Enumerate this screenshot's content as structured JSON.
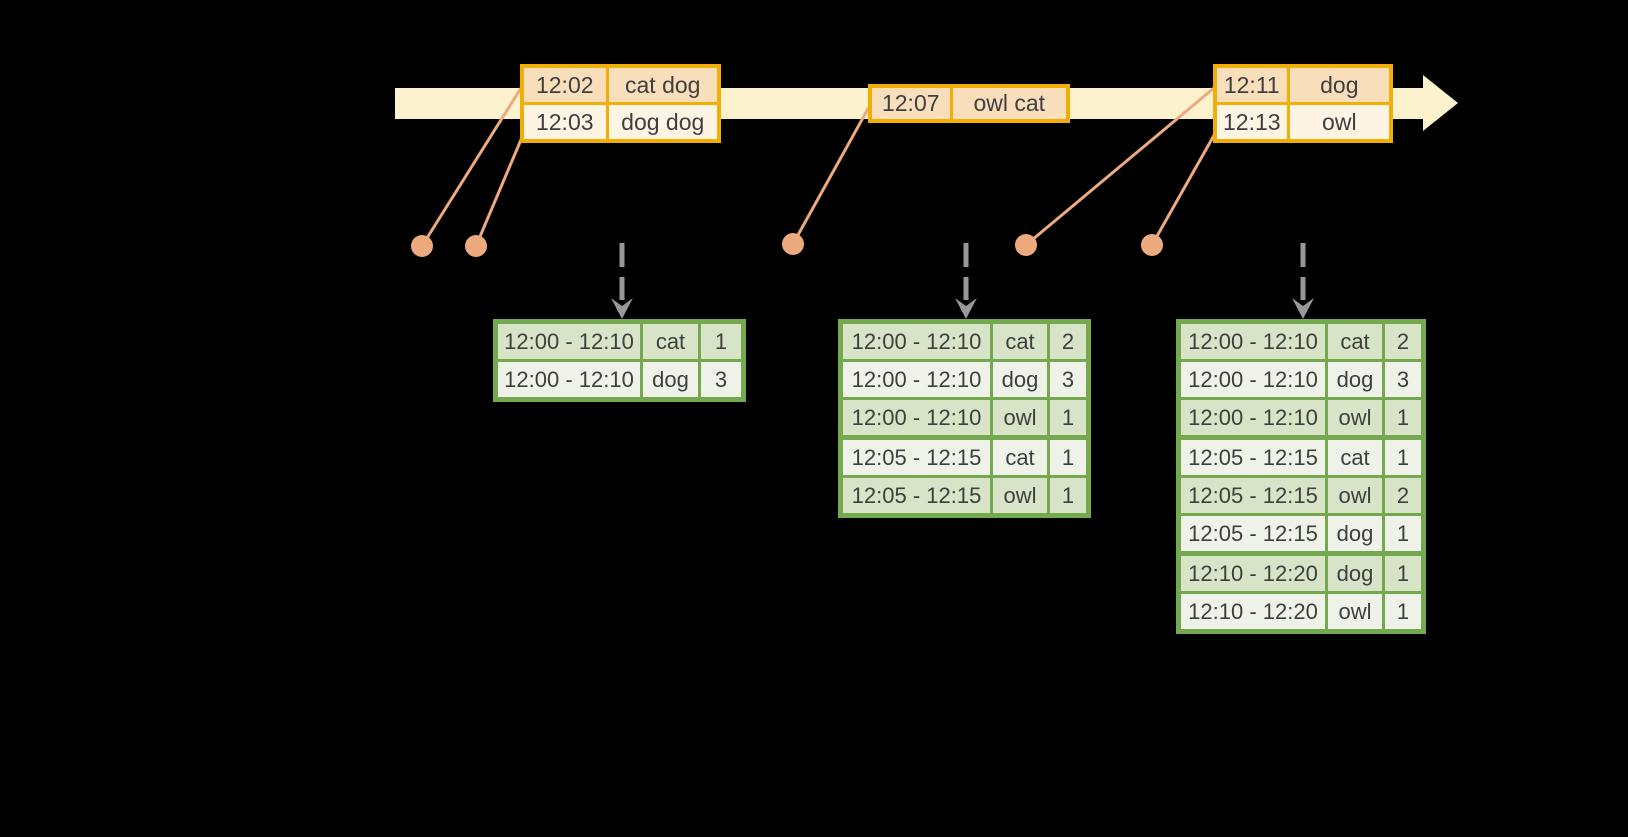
{
  "diagram_title": "windowed-grouped-aggregation-stream-diagram",
  "colors": {
    "background": "#000000",
    "timeline_band": "#fcf2ce",
    "event_table_border": "#f1ae05",
    "event_row_first": "#f9debc",
    "event_row_second": "#fdf4e4",
    "connector_salmon": "#ecaa7e",
    "trigger_arrow_gray": "#989898",
    "result_table_border": "#74a94f",
    "result_row_dark": "#d8e4c8",
    "result_row_light": "#eef2e8",
    "text": "#3f3f3f"
  },
  "glyphs": {
    "timeline": "right-arrow-band",
    "event_marker": "salmon-dot-with-leader-line",
    "trigger": "gray-dashed-down-arrow"
  },
  "timeline": {
    "event_tables": [
      {
        "rows": [
          {
            "time": "12:02",
            "words": "cat dog"
          },
          {
            "time": "12:03",
            "words": "dog dog"
          }
        ]
      },
      {
        "rows": [
          {
            "time": "12:07",
            "words": "owl cat"
          }
        ]
      },
      {
        "rows": [
          {
            "time": "12:11",
            "words": "dog"
          },
          {
            "time": "12:13",
            "words": "owl"
          }
        ]
      }
    ]
  },
  "result_tables": [
    {
      "rows": [
        {
          "window": "12:00 - 12:10",
          "word": "cat",
          "count": "1"
        },
        {
          "window": "12:00 - 12:10",
          "word": "dog",
          "count": "3"
        }
      ],
      "group_breaks": []
    },
    {
      "rows": [
        {
          "window": "12:00 - 12:10",
          "word": "cat",
          "count": "2"
        },
        {
          "window": "12:00 - 12:10",
          "word": "dog",
          "count": "3"
        },
        {
          "window": "12:00 - 12:10",
          "word": "owl",
          "count": "1"
        },
        {
          "window": "12:05 - 12:15",
          "word": "cat",
          "count": "1"
        },
        {
          "window": "12:05 - 12:15",
          "word": "owl",
          "count": "1"
        }
      ],
      "group_breaks": [
        3
      ]
    },
    {
      "rows": [
        {
          "window": "12:00 - 12:10",
          "word": "cat",
          "count": "2"
        },
        {
          "window": "12:00 - 12:10",
          "word": "dog",
          "count": "3"
        },
        {
          "window": "12:00 - 12:10",
          "word": "owl",
          "count": "1"
        },
        {
          "window": "12:05 - 12:15",
          "word": "cat",
          "count": "1"
        },
        {
          "window": "12:05 - 12:15",
          "word": "owl",
          "count": "2"
        },
        {
          "window": "12:05 - 12:15",
          "word": "dog",
          "count": "1"
        },
        {
          "window": "12:10 - 12:20",
          "word": "dog",
          "count": "1"
        },
        {
          "window": "12:10 - 12:20",
          "word": "owl",
          "count": "1"
        }
      ],
      "group_breaks": [
        3,
        6
      ]
    }
  ]
}
